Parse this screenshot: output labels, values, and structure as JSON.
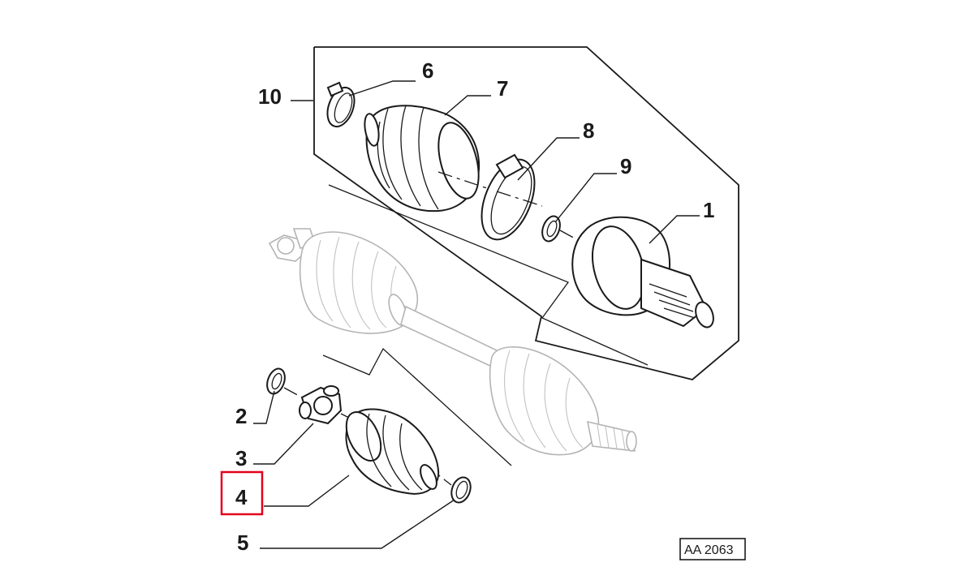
{
  "callouts": [
    {
      "id": "1",
      "label": "1",
      "highlighted": false
    },
    {
      "id": "2",
      "label": "2",
      "highlighted": false
    },
    {
      "id": "3",
      "label": "3",
      "highlighted": false
    },
    {
      "id": "4",
      "label": "4",
      "highlighted": true
    },
    {
      "id": "5",
      "label": "5",
      "highlighted": false
    },
    {
      "id": "6",
      "label": "6",
      "highlighted": false
    },
    {
      "id": "7",
      "label": "7",
      "highlighted": false
    },
    {
      "id": "8",
      "label": "8",
      "highlighted": false
    },
    {
      "id": "9",
      "label": "9",
      "highlighted": false
    },
    {
      "id": "10",
      "label": "10",
      "highlighted": false
    }
  ],
  "reference_code": "AA 2063",
  "colors": {
    "highlight": "#e3001b",
    "ink": "#1a1a1a",
    "ghost": "#b4b4b4",
    "background": "#ffffff"
  }
}
